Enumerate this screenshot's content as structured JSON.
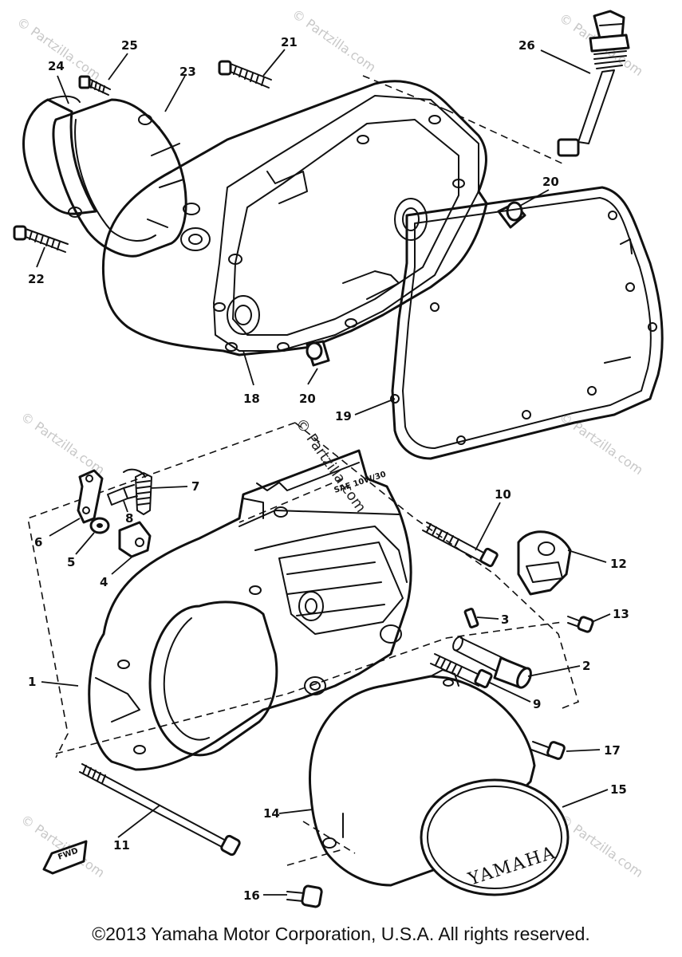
{
  "diagram": {
    "callouts": [
      "1",
      "2",
      "3",
      "4",
      "5",
      "6",
      "7",
      "8",
      "9",
      "10",
      "11",
      "12",
      "13",
      "14",
      "15",
      "16",
      "17",
      "18",
      "19",
      "20",
      "20",
      "21",
      "22",
      "23",
      "24",
      "25",
      "26"
    ],
    "cover_emboss": "YAMAHA",
    "fwd_label": "FWD",
    "center_watermark": "© Partzilla.com",
    "watermark": "© Partzilla.com"
  },
  "footer": {
    "copyright": "©2013 Yamaha Motor Corporation, U.S.A. All rights reserved."
  }
}
